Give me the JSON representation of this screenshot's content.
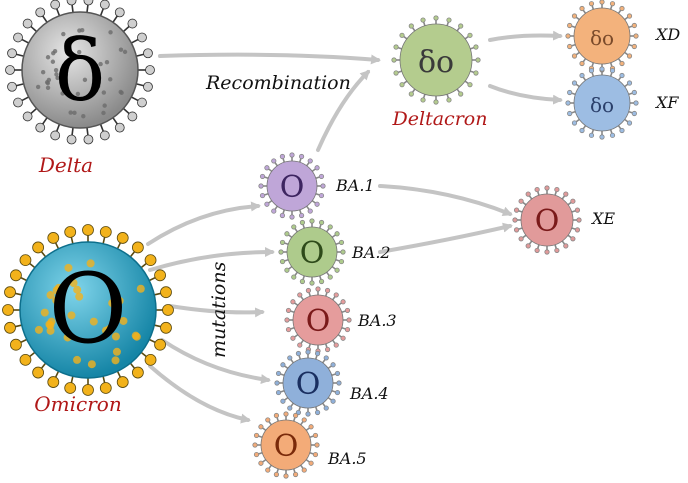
{
  "labels": {
    "delta": "Delta",
    "omicron": "Omicron",
    "deltacron": "Deltacron",
    "recombination": "Recombination",
    "mutations": "mutations",
    "xd": "XD",
    "xf": "XF",
    "xe": "XE",
    "ba1": "BA.1",
    "ba2": "BA.2",
    "ba3": "BA.3",
    "ba4": "BA.4",
    "ba5": "BA.5"
  },
  "glyphs": {
    "delta": "δ",
    "omicron": "O",
    "deltacron": "δο",
    "xd": "δο",
    "xf": "δο",
    "xe": "O",
    "ba1": "O",
    "ba2": "O",
    "ba3": "O",
    "ba4": "O",
    "ba5": "O"
  },
  "colors": {
    "red_label": "#b01818",
    "black_label": "#111111",
    "arrow": "#c4c4c4",
    "delta_body": "#a9a9a9",
    "omicron_body": "#2aa9c9",
    "omicron_spike": "#f2b21b",
    "deltacron_body": "#b4cc8e",
    "xd_body": "#f3b27c",
    "xf_body": "#9dbde3",
    "xe_body": "#e19a9a",
    "ba1_body": "#bfa6d8",
    "ba2_body": "#aecb8c",
    "ba3_body": "#e59c9c",
    "ba4_body": "#8fb0da",
    "ba5_body": "#f3ab78"
  }
}
